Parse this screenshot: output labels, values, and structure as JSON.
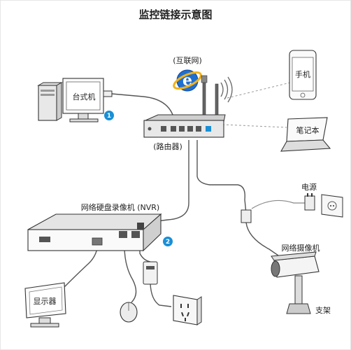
{
  "title": "监控链接示意图",
  "labels": {
    "internet": "(互联网)",
    "phone": "手机",
    "desktop": "台式机",
    "laptop": "笔记本",
    "router": "(路由器)",
    "power": "电源",
    "nvr": "网络硬盘录像机 (NVR)",
    "camera": "网络摄像机",
    "monitor": "显示器",
    "bracket": "支架"
  },
  "steps": {
    "one": "1",
    "two": "2"
  },
  "colors": {
    "step_badge": "#1a8fd6",
    "ie_blue": "#1f6fd0",
    "ie_ring": "#f2b21b"
  },
  "icons": [
    "internet-explorer-icon",
    "wifi-signal-icon",
    "power-plug-icon",
    "mouse-icon",
    "wall-socket-icon"
  ]
}
